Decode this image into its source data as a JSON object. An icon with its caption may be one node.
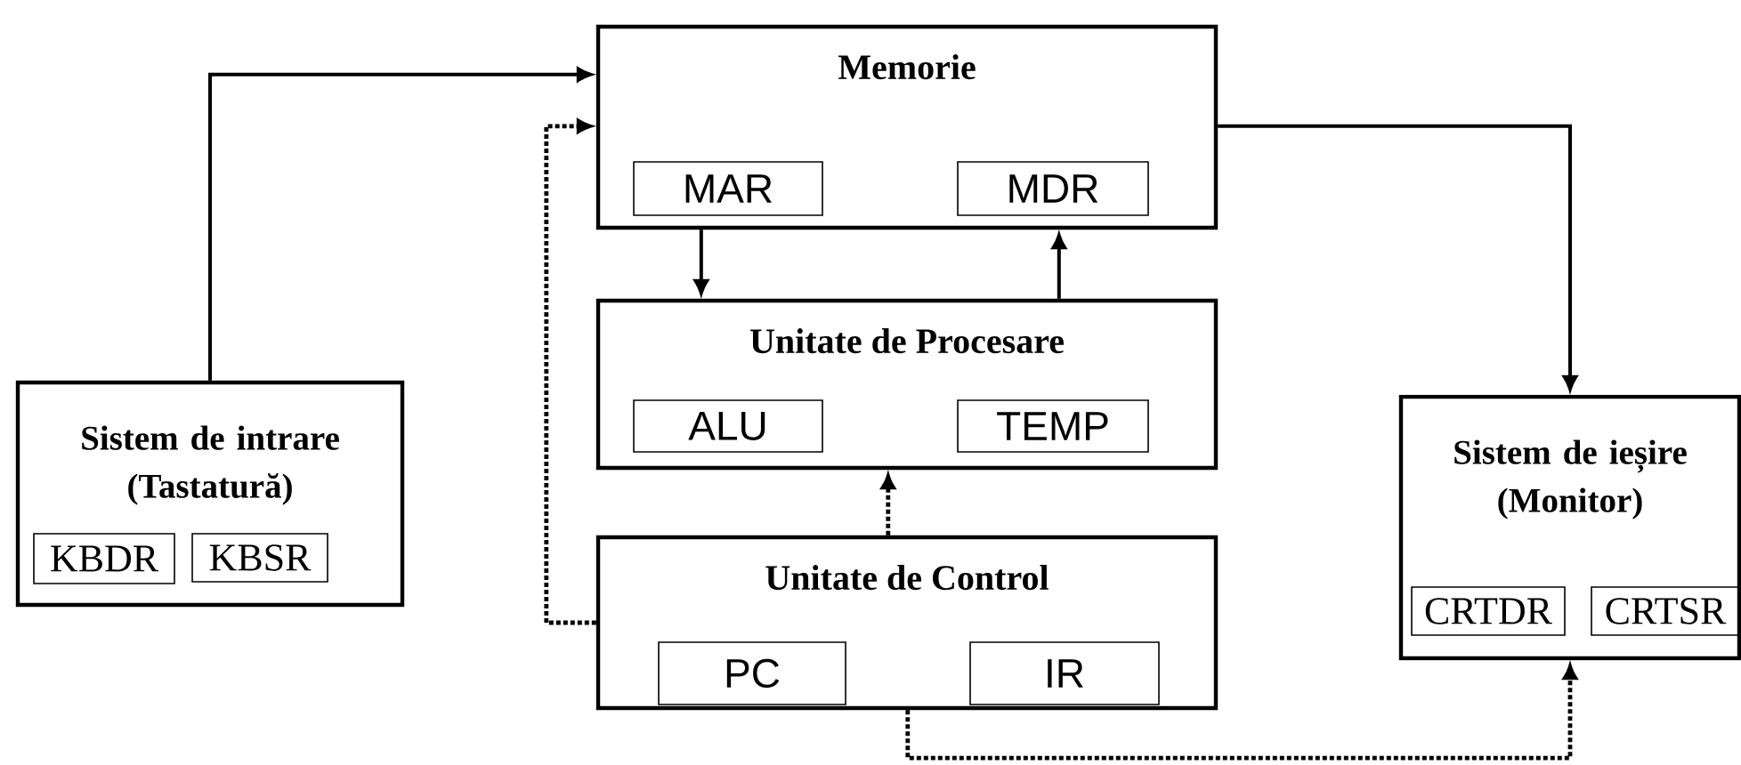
{
  "diagram": {
    "nodes": [
      {
        "text": [
          "Memorie"
        ]
      },
      {
        "text": [
          "MAR"
        ],
        "in": 0
      },
      {
        "text": [
          "MDR"
        ],
        "in": 0
      },
      {
        "text": [
          "Unitate de Procesare"
        ]
      },
      {
        "text": [
          "ALU"
        ],
        "in": 3
      },
      {
        "text": [
          "TEMP"
        ],
        "in": 3
      },
      {
        "text": [
          "Unitate de Control"
        ]
      },
      {
        "text": [
          "PC"
        ],
        "in": 6
      },
      {
        "text": [
          "IR"
        ],
        "in": 6
      },
      {
        "text": [
          "Sistem de intrare (Tastatură)"
        ]
      },
      {
        "text": [
          "KBDR"
        ],
        "in": 9
      },
      {
        "text": [
          "KBSR"
        ],
        "in": 9
      },
      {
        "text": [
          "Sistem de ieșire (Monitor)"
        ]
      },
      {
        "text": [
          "CRTDR"
        ],
        "in": 12
      },
      {
        "text": [
          "CRTSR"
        ],
        "in": 12
      }
    ],
    "edges": [
      {
        "from": 9,
        "to": 0,
        "arrow": "to"
      },
      {
        "from": 6,
        "to": 0,
        "arrow": "to",
        "style": "dashed"
      },
      {
        "from": 0,
        "to": 3,
        "arrow": "to"
      },
      {
        "from": 3,
        "to": 0,
        "arrow": "to"
      },
      {
        "from": 6,
        "to": 3,
        "arrow": "to",
        "style": "dashed"
      },
      {
        "from": 0,
        "to": 12,
        "arrow": "to"
      },
      {
        "from": 6,
        "to": 12,
        "arrow": "to",
        "style": "dashed"
      }
    ]
  }
}
